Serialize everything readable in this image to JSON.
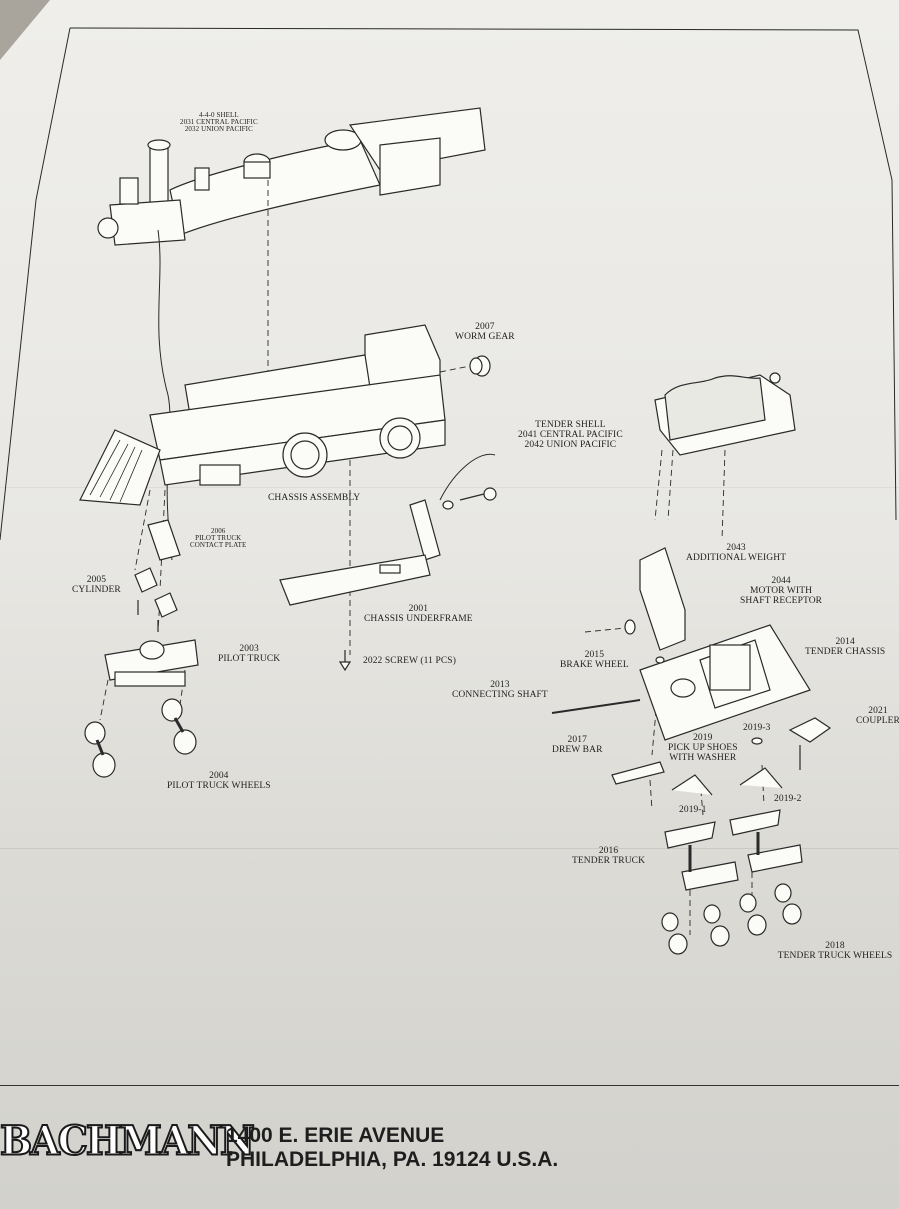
{
  "labels": {
    "shell": {
      "lines": [
        "4-4-0 SHELL",
        "2031 CENTRAL PACIFIC",
        "2032 UNION PACIFIC"
      ]
    },
    "worm_gear": {
      "lines": [
        "2007",
        "WORM GEAR"
      ]
    },
    "tender_shell": {
      "lines": [
        "TENDER SHELL",
        "2041 CENTRAL PACIFIC",
        "2042 UNION PACIFIC"
      ]
    },
    "chassis_assembly": {
      "lines": [
        "CHASSIS ASSEMBLY"
      ]
    },
    "contact_plate": {
      "lines": [
        "2006",
        "PILOT TRUCK",
        "CONTACT PLATE"
      ]
    },
    "cylinder": {
      "lines": [
        "2005",
        "CYLINDER"
      ]
    },
    "underframe": {
      "lines": [
        "2001",
        "CHASSIS UNDERFRAME"
      ]
    },
    "additional_weight": {
      "lines": [
        "2043",
        "ADDITIONAL WEIGHT"
      ]
    },
    "motor": {
      "lines": [
        "2044",
        "MOTOR WITH",
        "SHAFT RECEPTOR"
      ]
    },
    "pilot_truck": {
      "lines": [
        "2003",
        "PILOT TRUCK"
      ]
    },
    "screw": {
      "lines": [
        "2022 SCREW (11 PCS)"
      ]
    },
    "brake_wheel": {
      "lines": [
        "2015",
        "BRAKE WHEEL"
      ]
    },
    "tender_chassis": {
      "lines": [
        "2014",
        "TENDER CHASSIS"
      ]
    },
    "connecting_shaft": {
      "lines": [
        "2013",
        "CONNECTING SHAFT"
      ]
    },
    "coupler": {
      "lines": [
        "2021",
        "COUPLER"
      ]
    },
    "drew_bar": {
      "lines": [
        "2017",
        "DREW BAR"
      ]
    },
    "pickup_shoes": {
      "lines": [
        "2019",
        "PICK UP SHOES",
        "WITH WASHER"
      ]
    },
    "p2019_3": {
      "lines": [
        "2019-3"
      ]
    },
    "pilot_wheels": {
      "lines": [
        "2004",
        "PILOT TRUCK WHEELS"
      ]
    },
    "p2019_1": {
      "lines": [
        "2019-1"
      ]
    },
    "p2019_2": {
      "lines": [
        "2019-2"
      ]
    },
    "tender_truck": {
      "lines": [
        "2016",
        "TENDER TRUCK"
      ]
    },
    "tender_wheels": {
      "lines": [
        "2018",
        "TENDER TRUCK WHEELS"
      ]
    }
  },
  "footer": {
    "brand": "BACHMANN",
    "address_line1": "1400 E. ERIE AVENUE",
    "address_line2": "PHILADELPHIA, PA. 19124 U.S.A."
  }
}
